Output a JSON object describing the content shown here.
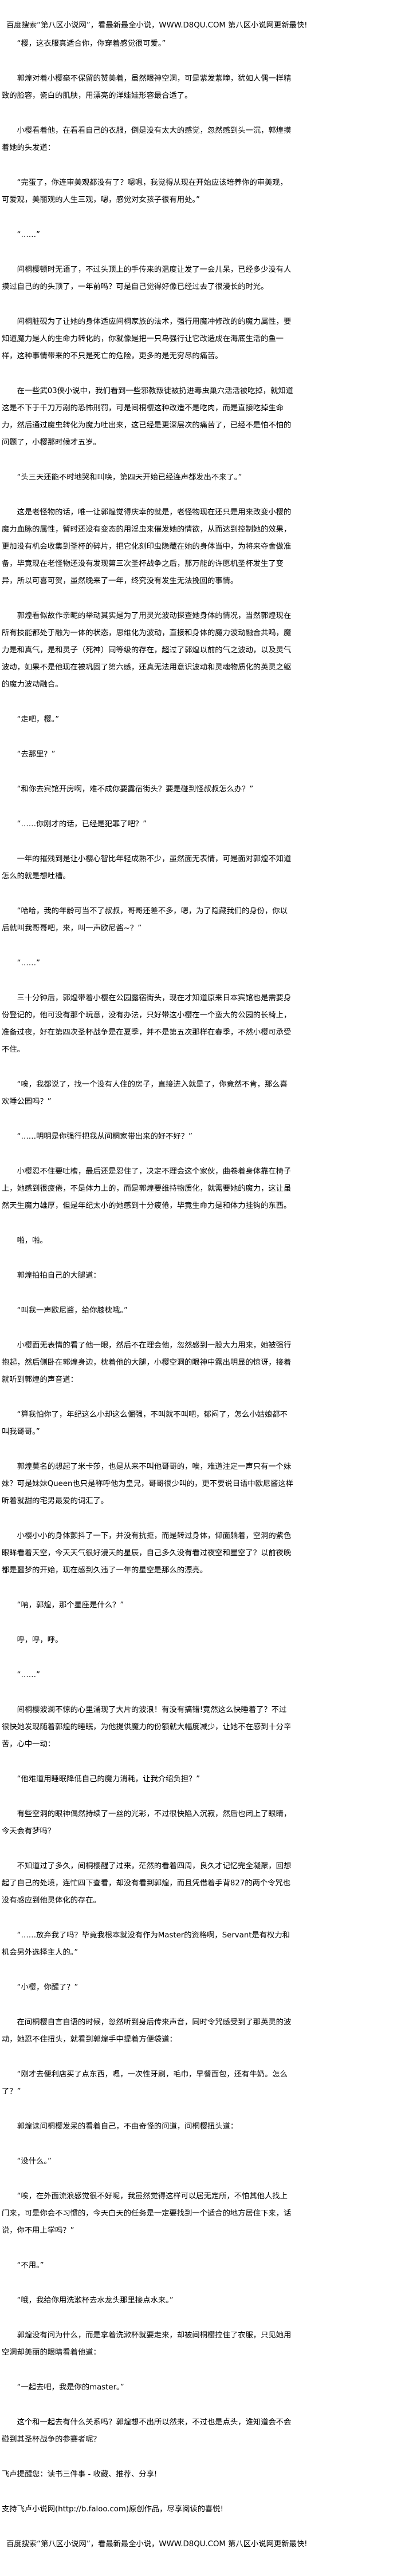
{
  "banner_top": "百度搜索“第八区小说网”，看最新最全小说，WWW.D8QU.COM   第八区小说网更新最快!",
  "paragraphs": [
    "“樱，这衣服真适合你，你穿着感觉很可爱。”",
    "郭煌对着小樱毫不保留的赞美着，虽然眼神空洞，可是紫发紫瞳，犹如人偶一样精致的脸容，瓷白的肌肤，用漂亮的洋娃娃形容最合适了。",
    "小樱看着他，在看看自己的衣服，倒是没有太大的感觉，忽然感到头一沉，郭煌摸着她的头发道：",
    "“完蛋了，你连审美观都没有了？嗯嗯，我觉得从现在开始应该培养你的审美观，可爱观，美丽观的人生三观，嗯，感觉对女孩子很有用处。”",
    "“……”",
    "间桐樱顿时无语了，不过头顶上的手传来的温度让发了一会儿呆，已经多少没有人摸过自己的的头顶了，一年前吗？可是自己觉得好像已经过去了很漫长的时光。",
    "间桐脏砚为了让她的身体适应间桐家族的法术，强行用魔冲修改的的魔力属性，要知道魔力是人的生命力转化的，你就像是把一只鸟强行让它改造成在海底生活的鱼一样，这种事情带来的不只是死亡的危险，更多的是无穷尽的痛苦。",
    "在一些武03侠小说中，我们看到一些邪教叛徒被扔进毒虫巢穴活活被吃掉，就知道这是不下于千刀万剐的恐怖刑罚，可是间桐樱这种改造不是吃肉，而是直接吃掉生命力，然后通过魔虫转化为魔力吐出来，这已经是更深层次的痛苦了，已经不是怕不怕的问题了，小樱那时候才五岁。",
    "“头三天还能不时地哭和叫唤，第四天开始已经连声都发出不来了。”",
    "这是老怪物的话，唯一让郭煌觉得庆幸的就是，老怪物现在还只是用来改变小樱的魔力血脉的属性，暂时还没有变态的用淫虫来催发她的情欲，从而达到控制她的效果，更加没有机会收集到圣杯的碎片，把它化刻印虫隐藏在她的身体当中，为将来夺舍做准备，毕竟现在老怪物还没有发现第三次圣杯战争之后，那万能的许愿机圣杯发生了变异，所以可喜可贺，虽然晚来了一年，终究没有发生无法挽回的事情。",
    "郭煌看似故作亲昵的举动其实是为了用灵光波动探查她身体的情况，当然郭煌现在所有技能都处于融为一体的状态，思维化为波动，直接和身体的魔力波动融合共鸣，魔力是和真气，是和灵子（死神）同等级的存在，超过了郭煌以前的气之波动，以及灵气波动，如果不是他现在被巩固了第六感，还真无法用意识波动和灵魂物质化的英灵之躯的魔力波动融合。",
    "“走吧，樱。”",
    "“去那里？”",
    "“和你去宾馆开房啊，难不成你要露宿街头？要是碰到怪叔叔怎么办？”",
    "“……你刚才的话，已经是犯罪了吧？”",
    "一年的摧残到是让小樱心智比年轻成熟不少，虽然面无表情，可是面对郭煌不知道怎么的就是想吐槽。",
    "“哈哈，我的年龄可当不了叔叔，哥哥还差不多，嗯，为了隐藏我们的身份，你以后就叫我哥哥吧，来，叫一声欧尼酱~？”",
    "“……”",
    "三十分钟后，郭煌带着小樱在公园露宿街头，现在才知道原来日本宾馆也是需要身份登记的，他可没有那个玩意，没有办法，只好带这小樱在一个蛮大的公园的长椅上，准备过夜，好在第四次圣杯战争是在夏季，并不是第五次那样在春季，不然小樱可承受不住。",
    "“唉，我都说了，找一个没有人住的房子，直接进入就是了，你竟然不肯，那么喜欢睡公园吗？”",
    "“……明明是你强行把我从间桐家带出来的好不好？”",
    "小樱忍不住要吐槽，最后还是忍住了，决定不理会这个家伙，曲卷着身体靠在椅子上，她感到很疲倦，不是体力上的，而是郭煌要维持物质化，就需要她的魔力，这让虽然天生魔力雄厚，但是年纪太小的她感到十分疲倦，毕竟生命力是和体力挂钩的东西。",
    "啪，啪。",
    "郭煌拍拍自己的大腿道：",
    "“叫我一声欧尼酱，给你膝枕哦。”",
    "小樱面无表情的看了他一眼，然后不在理会他，忽然感到一股大力用来，她被强行抱起，然后侧卧在郭煌身边，枕着他的大腿，小樱空洞的眼神中露出明显的惊讶，接着就听到郭煌的声音道：",
    "“算我怕你了，年纪这么小却这么倔强，不叫就不叫吧，郁闷了，怎么小姑娘都不叫我哥哥。”",
    "郭煌莫名的想起了米卡莎，也是从来不叫他哥哥的，唉，难道注定一声只有一个妹妹？可是妹妹Queen也只是称呼他为皇兄，哥哥很少叫的，更不要说日语中欧尼酱这样听着就甜的宅男最爱的词汇了。",
    "小樱小小的身体颤抖了一下，并没有抗拒，而是转过身体，仰面躺着，空洞的紫色眼眸看着天空，今天天气很好漫天的星辰，自己多久没有看过夜空和星空了？以前夜晚都是噩梦的开始，现在感到久违了一年的星空是那么的漂亮。",
    "“呐，郭煌，那个星座是什么？”",
    "呼，呼，呼。",
    "“……”",
    "间桐樱波澜不惊的心里涌现了大片的波浪！有没有搞错!竟然这么快睡着了？不过很快她发现随着郭煌的睡眠，为他提供魔力的份额就大幅度减少，让她不在感到十分辛苦，心中一动：",
    "“他难道用睡眠降低自己的魔力消耗，让我介绍负担？”",
    "有些空洞的眼神偶然持续了一丝的光彩，不过很快陷入沉寂，然后也闭上了眼睛，今天会有梦吗？",
    "不知道过了多久，间桐樱醒了过来，茫然的看着四周，良久才记忆完全凝聚，回想起了自己的处境，连忙四下查看，却没有看到郭煌，而且凭借着手背827的两个令咒也没有感应到他灵体化的存在。",
    "“……放弃我了吗？毕竟我根本就没有作为Master的资格啊，Servant是有权力和机会另外选择主人的。”",
    "“小樱，你醒了？”",
    "在间桐樱自言自语的时候，忽然听到身后传来声音，同时令咒感受到了那英灵的波动，她忍不住扭头，就看到郭煌手中提着方便袋道：",
    "“刚才去便利店买了点东西，嗯，一次性牙刷，毛巾，早餐面包，还有牛奶。怎么了？”",
    "郭煌诔间桐樱发呆的看着自己，不由奇怪的问道，间桐樱扭头道：",
    "“没什么。”",
    "“唉，在外面流浪感觉很不好呢，我虽然觉得这样可以居无定所，不怕其他人找上门来，可是你会不习惯的，今天白天的任务是一定要找到一个适合的地方居住下来，话说，你不用上学吗？”",
    "“不用。”",
    "“哦，我给你用洗漱杯去水龙头那里接点水来。”",
    "郭煌没有问为什么，而是拿着洗漱杯就要走来，却被间桐樱拉住了衣服，只见她用空洞却美丽的眼睛看着他道：",
    "“一起去吧，我是你的master。”",
    "这个和一起去有什么关系吗？郭煌想不出所以然来，不过也是点头，谁知道会不会碰到其圣杯战争的参赛者呢？"
  ],
  "footer": {
    "reminder": "飞卢提醒您：读书三件事 - 收藏、推荐、分享!",
    "support": "支持飞卢小说网(http://b.faloo.com)原创作品，尽享阅读的喜悦!",
    "banner_bottom": "百度搜索“第八区小说网”，看最新最全小说，WWW.D8QU.COM   第八区小说网更新最快!"
  }
}
